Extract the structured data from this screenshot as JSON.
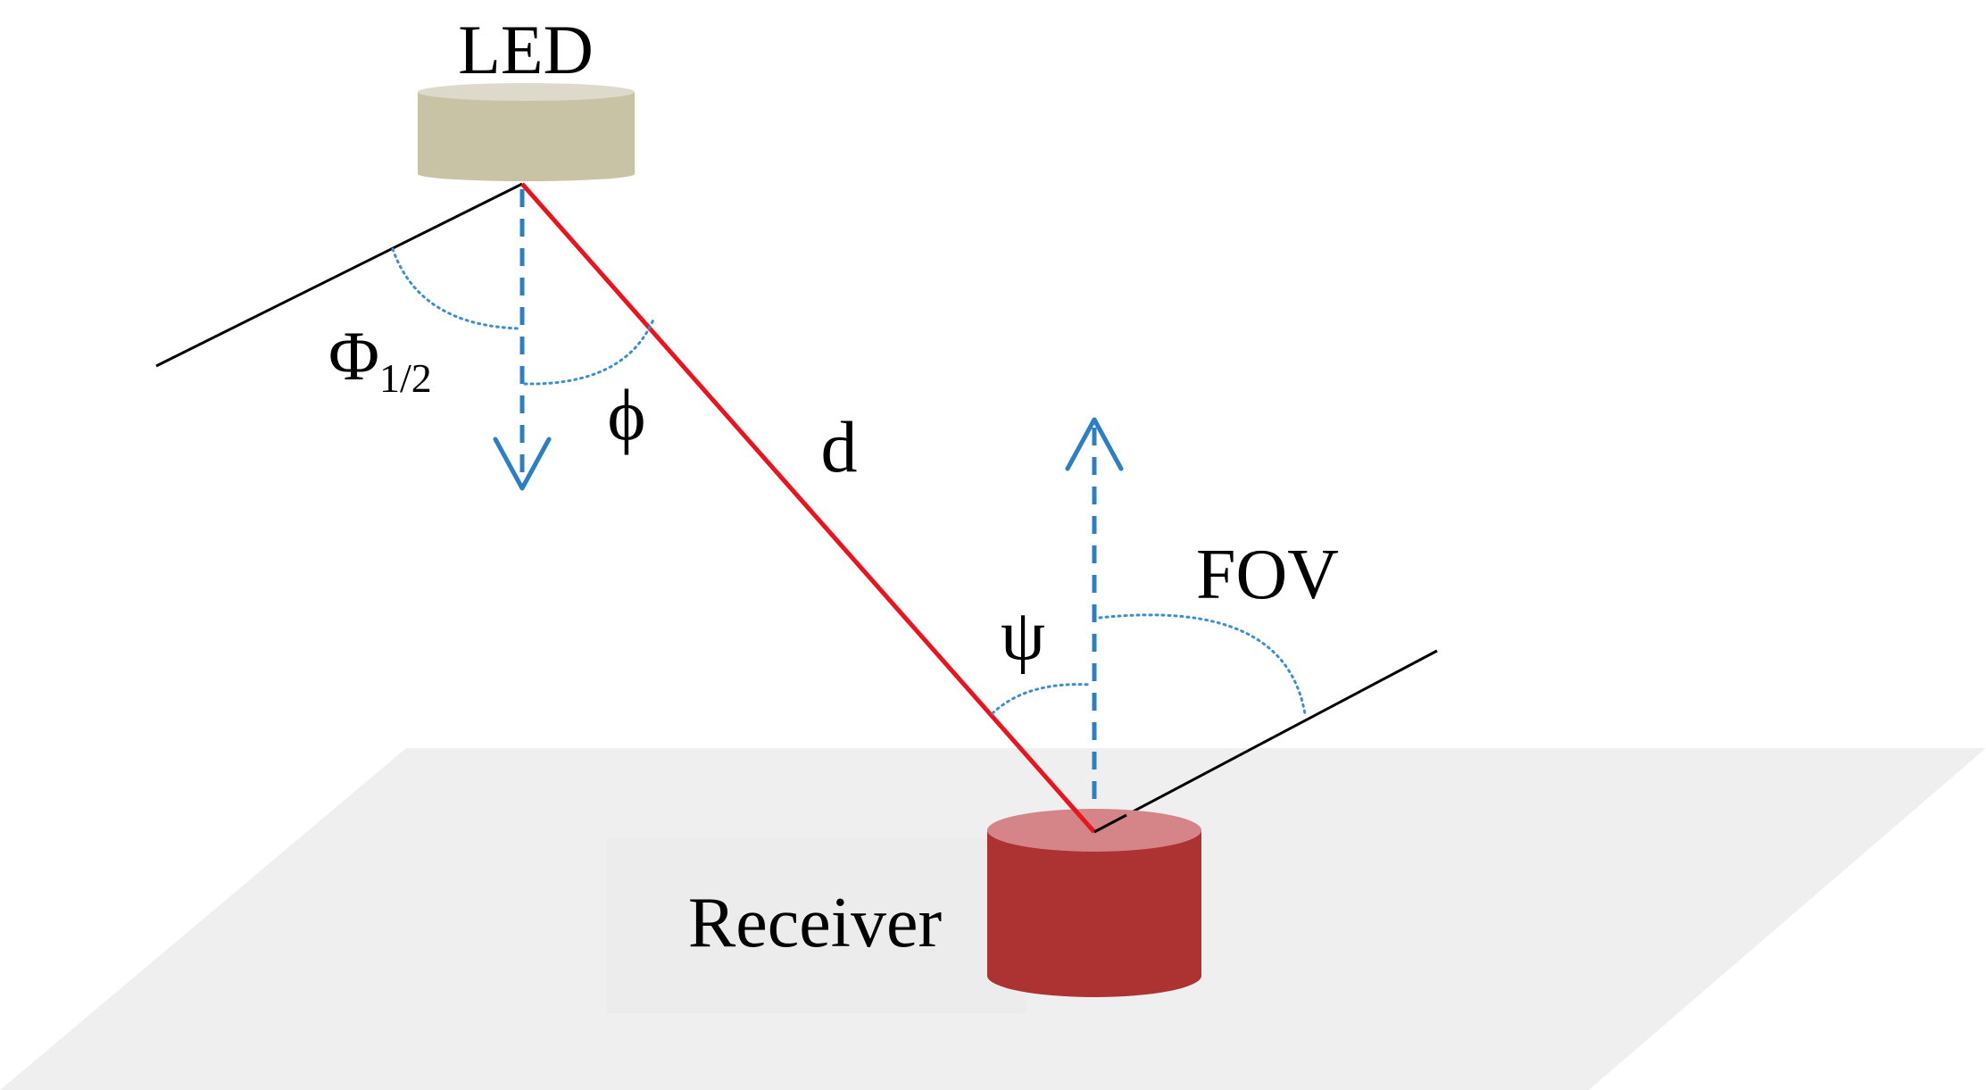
{
  "labels": {
    "led": "LED",
    "phi_half_symbol": "Φ",
    "phi_half_subscript": "1/2",
    "phi": "ϕ",
    "distance": "d",
    "psi": "ψ",
    "fov": "FOV",
    "receiver": "Receiver"
  },
  "colors": {
    "floor": "#efefef",
    "led_body": "#c9c3a5",
    "led_top": "#dedacb",
    "receiver_body": "#ad3232",
    "receiver_top": "#d58587",
    "link_line": "#e8141e",
    "axis_dashed": "#2e7fc1",
    "angle_dotted": "#3d8fd0",
    "cone_line": "#000000"
  }
}
